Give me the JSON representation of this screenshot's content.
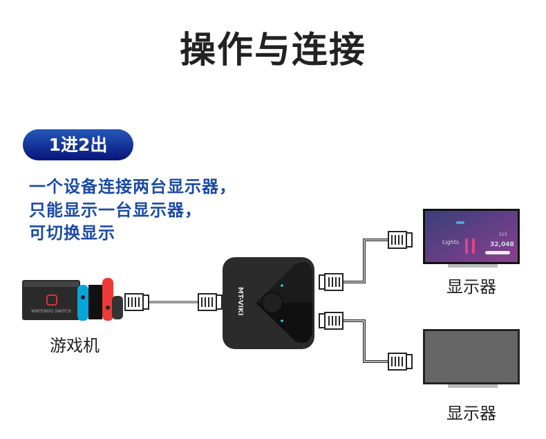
{
  "title": "操作与连接",
  "badge": "1进2出",
  "description": [
    "一个设备连接两台显示器，",
    "只能显示一台显示器，",
    "可切换显示"
  ],
  "labels": {
    "console": "游戏机",
    "monitor_top": "显示器",
    "monitor_bottom": "显示器"
  },
  "device": {
    "brand": "MT-VIKI",
    "console_brand": "NINTENDO SWITCH"
  },
  "screen": {
    "heading": "Lights",
    "stat1": "213",
    "stat2": "32,048"
  },
  "colors": {
    "accent": "#1b4aa6",
    "badge_top": "#2458b8",
    "badge_bottom": "#08157c"
  }
}
